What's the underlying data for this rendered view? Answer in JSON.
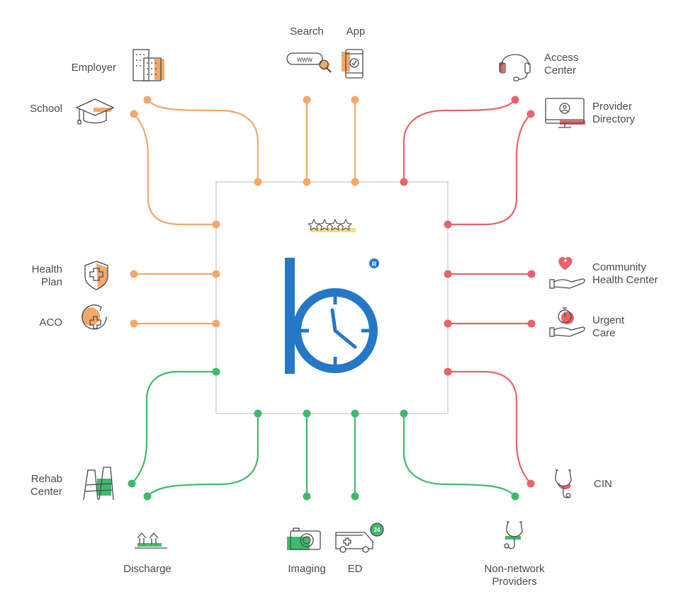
{
  "colors": {
    "orange": "#f3a86a",
    "red": "#e8636a",
    "green": "#3fba6b",
    "blue": "#2478c6",
    "star_fill": "#f3df7a",
    "icon_stroke": "#4a4a4a"
  },
  "logo": {
    "registered_mark": "R",
    "rating_stars": 4
  },
  "connectors": {
    "top_left": [
      {
        "label": "Employer",
        "icon": "office-building-icon",
        "color": "orange"
      },
      {
        "label": "School",
        "icon": "graduation-cap-icon",
        "color": "orange"
      }
    ],
    "top": [
      {
        "label": "Search",
        "icon": "www-search-icon",
        "color": "orange"
      },
      {
        "label": "App",
        "icon": "mobile-app-icon",
        "color": "orange"
      }
    ],
    "top_right": [
      {
        "label": "Access\nCenter",
        "icon": "headset-icon",
        "color": "red"
      },
      {
        "label": "Provider\nDirectory",
        "icon": "monitor-search-icon",
        "color": "red"
      }
    ],
    "left": [
      {
        "label": "Health\nPlan",
        "icon": "shield-cross-icon",
        "color": "orange"
      },
      {
        "label": "ACO",
        "icon": "circular-cross-icon",
        "color": "orange"
      }
    ],
    "right": [
      {
        "label": "Community\nHealth Center",
        "icon": "hand-heart-icon",
        "color": "red"
      },
      {
        "label": "Urgent\nCare",
        "icon": "hand-stopwatch-icon",
        "color": "red"
      }
    ],
    "bottom_left": [
      {
        "label": "Rehab\nCenter",
        "icon": "walker-icon",
        "color": "green"
      },
      {
        "label": "Discharge",
        "icon": "up-arrows-icon",
        "color": "green"
      }
    ],
    "bottom": [
      {
        "label": "Imaging",
        "icon": "camera-icon",
        "color": "green"
      },
      {
        "label": "ED",
        "icon": "ambulance-24-icon",
        "color": "green"
      }
    ],
    "bottom_right": [
      {
        "label": "CIN",
        "icon": "stethoscope-icon",
        "color": "red"
      },
      {
        "label": "Non-network\nProviders",
        "icon": "stethoscope-icon",
        "color": "green"
      }
    ]
  }
}
